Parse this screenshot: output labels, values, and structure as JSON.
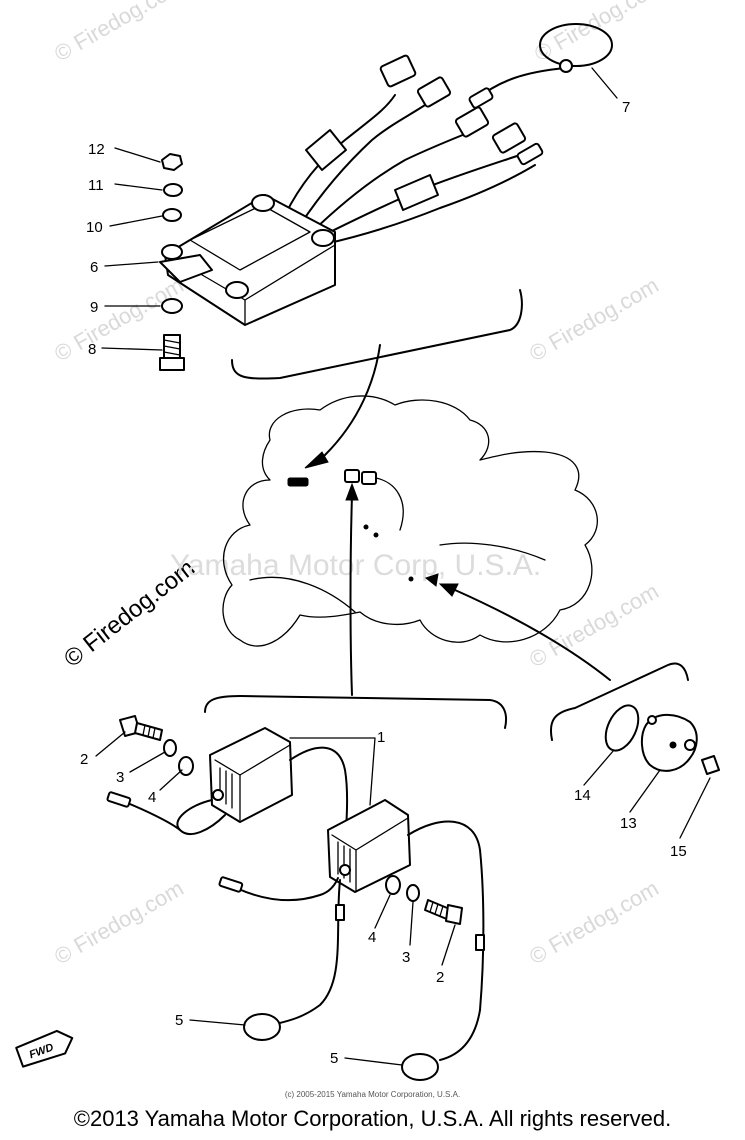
{
  "watermarks": {
    "firedog": "© Firedog.com",
    "center": "Yamaha Motor Corp, U.S.A."
  },
  "callouts": {
    "c1": "1",
    "c2a": "2",
    "c2b": "2",
    "c3a": "3",
    "c3b": "3",
    "c4a": "4",
    "c4b": "4",
    "c5a": "5",
    "c5b": "5",
    "c6": "6",
    "c7": "7",
    "c8": "8",
    "c9": "9",
    "c10": "10",
    "c11": "11",
    "c12": "12",
    "c13": "13",
    "c14": "14",
    "c15": "15"
  },
  "fwd_label": "FWD",
  "small_copyright": "(c) 2005-2015 Yamaha Motor Corporation, U.S.A.",
  "copyright": "©2013 Yamaha Motor Corporation, U.S.A. All rights reserved."
}
